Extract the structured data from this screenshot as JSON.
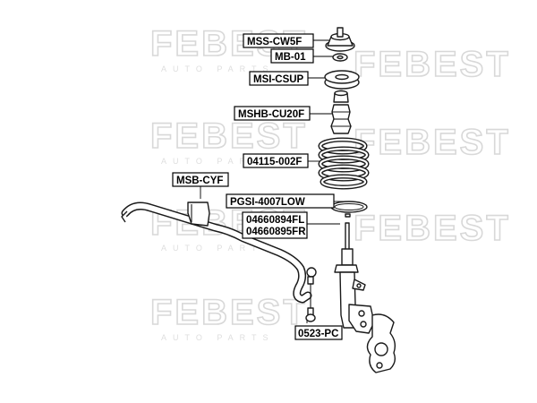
{
  "watermark": {
    "brand": "FEBEST",
    "tagline": "AUTO PARTS"
  },
  "labels": {
    "mss_cw5f": "MSS-CW5F",
    "mb_01": "MB-01",
    "msi_csup": "MSI-CSUP",
    "mshb_cu20f": "MSHB-CU20F",
    "spring": "04115-002F",
    "msb_cyf": "MSB-CYF",
    "pgsi": "PGSI-4007LOW",
    "strut_fl": "04660894FL",
    "strut_fr": "04660895FR",
    "link": "0523-PC"
  },
  "colors": {
    "line": "#1a1a1a",
    "watermark": "#d8d8d8",
    "background": "#ffffff"
  }
}
